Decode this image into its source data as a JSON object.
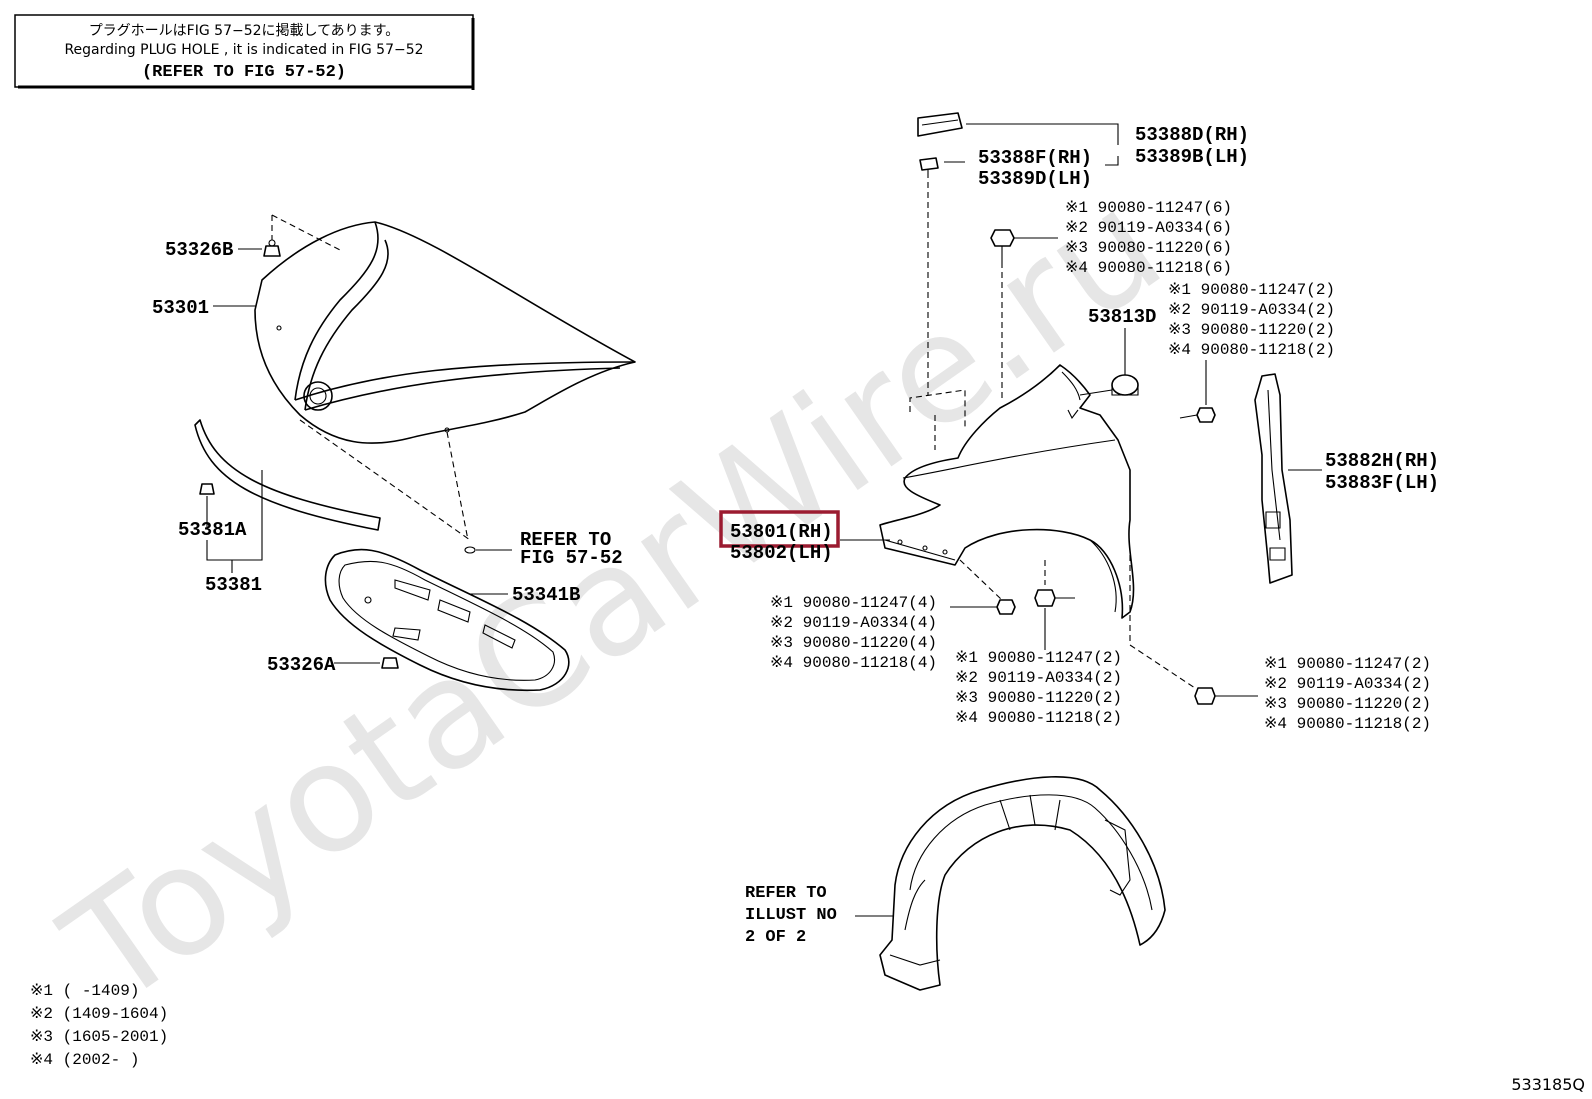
{
  "note": {
    "line1": "プラグホールはFIG 57−52に掲載してあります。",
    "line2": "Regarding PLUG HOLE , it is indicated in FIG 57−52",
    "line3": "(REFER TO FIG 57-52)"
  },
  "watermark": "ToyotaCarWire.ru",
  "hood": {
    "p53326B": "53326B",
    "p53301": "53301",
    "p53381A": "53381A",
    "p53381": "53381",
    "p53341B": "53341B",
    "p53326A": "53326A",
    "refer_line1": "REFER TO",
    "refer_line2": "FIG 57-52"
  },
  "fender": {
    "p53388D": "53388D(RH)",
    "p53389B": "53389B(LH)",
    "p53388F": "53388F(RH)",
    "p53389D": "53389D(LH)",
    "p53813D": "53813D",
    "p53882H": "53882H(RH)",
    "p53883F": "53883F(LH)",
    "p53801": "53801(RH)",
    "p53802": "53802(LH)",
    "highlight_color": "#9b1b30"
  },
  "bolt_groups": {
    "top6": [
      "※1 90080-11247(6)",
      "※2 90119-A0334(6)",
      "※3 90080-11220(6)",
      "※4 90080-11218(6)"
    ],
    "right2": [
      "※1 90080-11247(2)",
      "※2 90119-A0334(2)",
      "※3 90080-11220(2)",
      "※4 90080-11218(2)"
    ],
    "left4": [
      "※1 90080-11247(4)",
      "※2 90119-A0334(4)",
      "※3 90080-11220(4)",
      "※4 90080-11218(4)"
    ],
    "mid2": [
      "※1 90080-11247(2)",
      "※2 90119-A0334(2)",
      "※3 90080-11220(2)",
      "※4 90080-11218(2)"
    ],
    "lowright2": [
      "※1 90080-11247(2)",
      "※2 90119-A0334(2)",
      "※3 90080-11220(2)",
      "※4 90080-11218(2)"
    ]
  },
  "liner": {
    "refer_line1": "REFER TO",
    "refer_line2": "ILLUST NO",
    "refer_line3": "2 OF 2"
  },
  "legend": [
    "※1 (       -1409)",
    "※2 (1409-1604)",
    "※3 (1605-2001)",
    "※4 (2002-       )"
  ],
  "figure_code": "533185Q"
}
